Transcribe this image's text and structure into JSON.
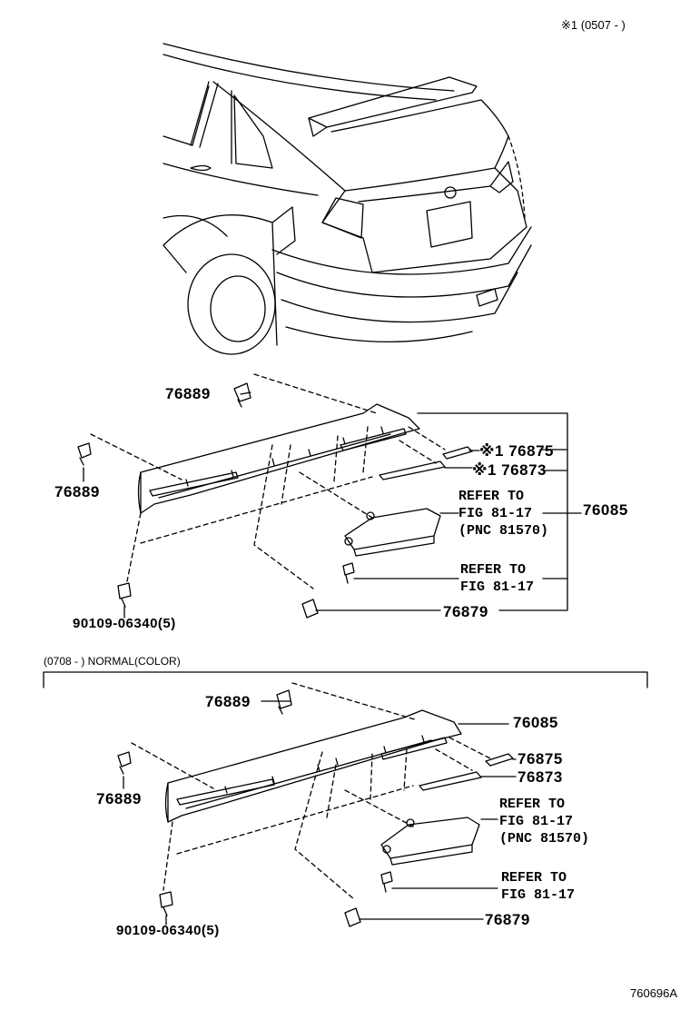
{
  "header": {
    "note": "※1 (0507 -         )"
  },
  "section_top": {
    "labels": {
      "clip_top": "76889",
      "clip_left": "76889",
      "spoiler_gasket_a": "※1 76875",
      "spoiler_gasket_b": "※1 76873",
      "spoiler_assy": "76085",
      "lamp_ref": "REFER TO\nFIG 81-17\n(PNC 81570)",
      "screw_ref": "REFER TO\nFIG 81-17",
      "nut": "76879",
      "bolt": "90109-06340(5)"
    }
  },
  "section_bottom": {
    "caption": "(0708 -          ) NORMAL(COLOR)",
    "labels": {
      "clip_top": "76889",
      "clip_left": "76889",
      "spoiler_assy": "76085",
      "gasket_a": "76875",
      "gasket_b": "76873",
      "lamp_ref": "REFER TO\nFIG 81-17\n(PNC 81570)",
      "screw_ref": "REFER TO\nFIG 81-17",
      "nut": "76879",
      "bolt": "90109-06340(5)"
    }
  },
  "footer": {
    "figure_code": "760696A"
  }
}
